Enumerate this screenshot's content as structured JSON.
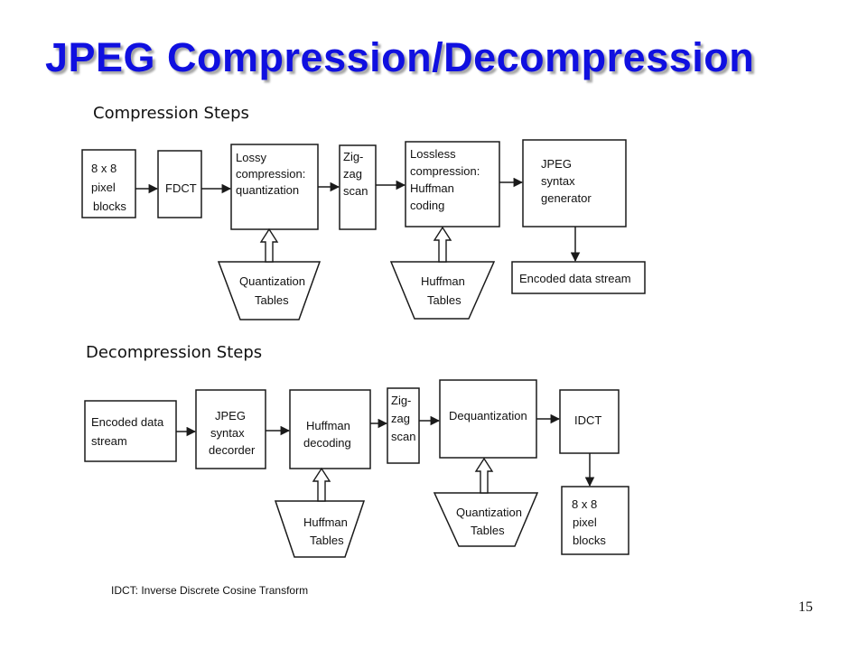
{
  "title": "JPEG Compression/Decompression",
  "compression": {
    "label": "Compression Steps",
    "blocks": {
      "input": [
        "8 x 8",
        "pixel",
        "blocks"
      ],
      "fdct": [
        "FDCT"
      ],
      "lossy": [
        "Lossy",
        "compression:",
        "quantization"
      ],
      "zigzag": [
        "Zig-",
        "zag",
        "scan"
      ],
      "lossless": [
        "Lossless",
        "compression:",
        "Huffman",
        "coding"
      ],
      "syntax_gen": [
        "JPEG",
        "syntax",
        "generator"
      ],
      "output": [
        "Encoded data stream"
      ],
      "quant_tables": [
        "Quantization",
        "Tables"
      ],
      "huffman_tables": [
        "Huffman",
        "Tables"
      ]
    }
  },
  "decompression": {
    "label": "Decompression Steps",
    "blocks": {
      "input": [
        "Encoded data",
        "stream"
      ],
      "syntax_dec": [
        "JPEG",
        "syntax",
        "decorder"
      ],
      "huffman_dec": [
        "Huffman",
        "decoding"
      ],
      "zigzag": [
        "Zig-",
        "zag",
        "scan"
      ],
      "dequant": [
        "Dequantization"
      ],
      "idct": [
        "IDCT"
      ],
      "output": [
        "8 x 8",
        "pixel",
        "blocks"
      ],
      "huffman_tables": [
        "Huffman",
        "Tables"
      ],
      "quant_tables": [
        "Quantization",
        "Tables"
      ]
    }
  },
  "footnote": "IDCT: Inverse Discrete Cosine Transform",
  "page_number": "15"
}
